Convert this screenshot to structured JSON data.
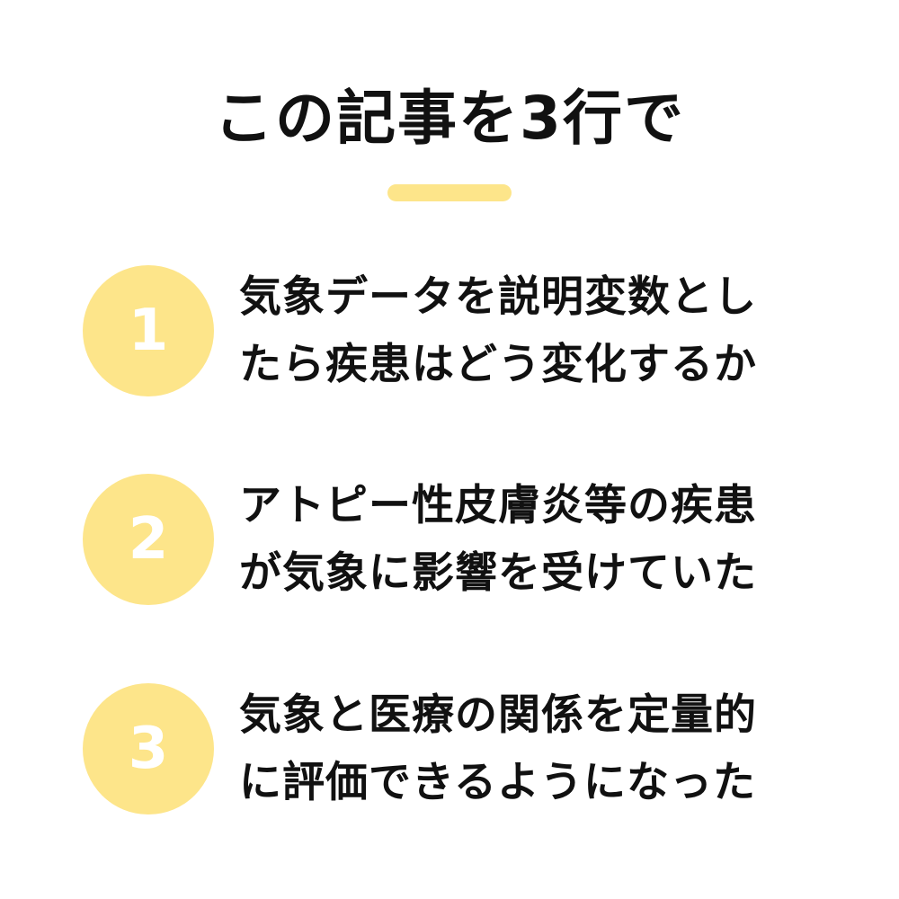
{
  "title": "この記事を3行で",
  "accent_color": "#fde58a",
  "items": [
    {
      "number": "1",
      "lines": [
        "気象データを説明変数とし",
        "たら疾患はどう変化するか"
      ]
    },
    {
      "number": "2",
      "lines": [
        "アトピー性皮膚炎等の疾患",
        "が気象に影響を受けていた"
      ]
    },
    {
      "number": "3",
      "lines": [
        "気象と医療の関係を定量的",
        "に評価できるようになった"
      ]
    }
  ]
}
